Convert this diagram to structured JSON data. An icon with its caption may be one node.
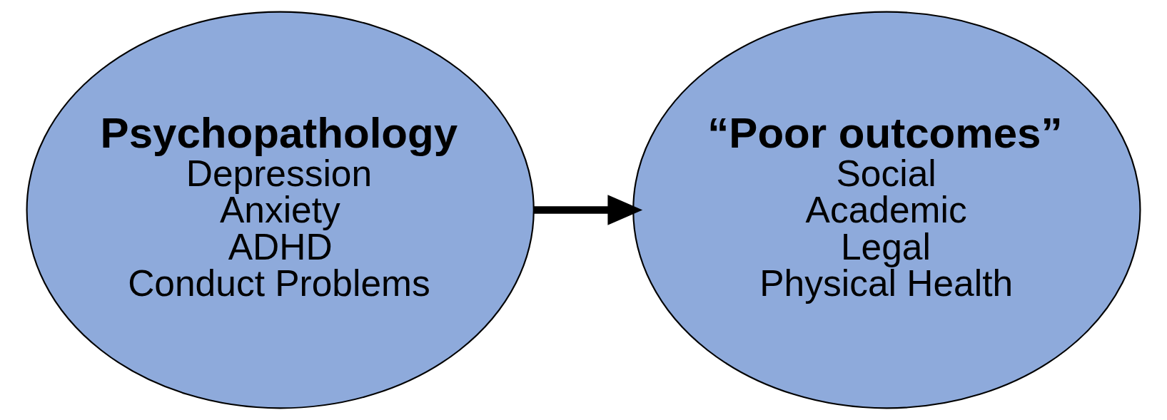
{
  "diagram": {
    "nodes": [
      {
        "text": [
          "Psychopathology",
          "Depression",
          "Anxiety",
          "ADHD",
          "Conduct Problems"
        ]
      },
      {
        "text": [
          "“Poor outcomes”",
          "Social",
          "Academic",
          "Legal",
          "Physical Health"
        ]
      }
    ],
    "edges": [
      {
        "from": 0,
        "to": 1,
        "arrow": "to"
      }
    ]
  }
}
